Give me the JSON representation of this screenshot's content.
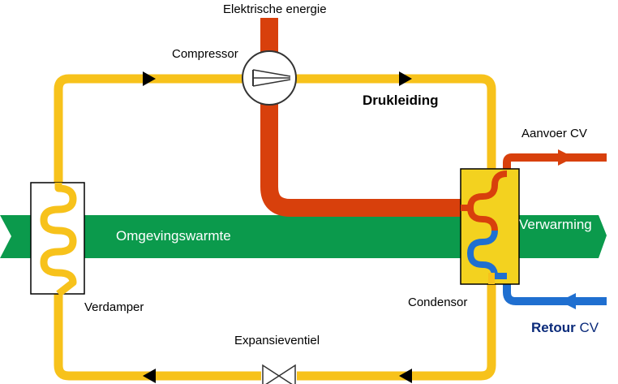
{
  "labels": {
    "electric_energy": "Elektrische energie",
    "compressor": "Compressor",
    "pressure_line": "Drukleiding",
    "supply_cv": "Aanvoer CV",
    "heating": "Verwarming",
    "ambient_heat": "Omgevingswarmte",
    "evaporator": "Verdamper",
    "condenser": "Condensor",
    "return_bold": "Retour",
    "return_cv": " CV",
    "expansion_valve": "Expansieventiel"
  },
  "colors": {
    "refrigerant_loop": "#f7c21b",
    "hot_gas": "#d8400c",
    "ambient_band": "#0b9a4c",
    "return_water": "#1f6fd0",
    "exchanger_fill": "#f3d21f"
  },
  "icons": {
    "flow_arrow": "triangle-arrow-icon",
    "valve": "expansion-valve-icon",
    "compressor": "compressor-icon"
  }
}
